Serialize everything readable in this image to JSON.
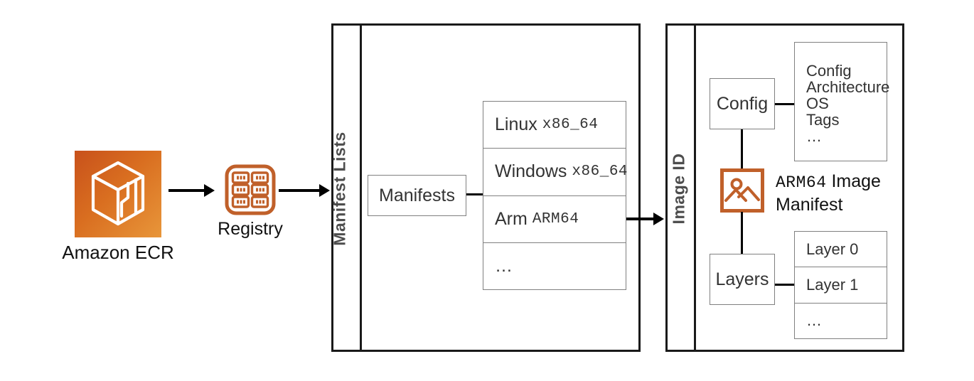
{
  "diagram": {
    "source": {
      "icon_name": "amazon-ecr-icon",
      "label": "Amazon ECR",
      "gradient_from": "#c8511b",
      "gradient_to": "#e8963a"
    },
    "registry": {
      "icon_name": "registry-icon",
      "label": "Registry",
      "color": "#c0602a"
    },
    "arrows": [
      {
        "name": "arrow-ecr-to-registry"
      },
      {
        "name": "arrow-registry-to-manifest-lists"
      },
      {
        "name": "arrow-manifest-lists-to-image-id"
      }
    ],
    "manifest_lists": {
      "group_label": "Manifest Lists",
      "node_label": "Manifests",
      "platforms": [
        {
          "os": "Linux",
          "arch": "x86_64"
        },
        {
          "os": "Windows",
          "arch": "x86_64"
        },
        {
          "os": "Arm",
          "arch": "ARM64"
        },
        {
          "os": "…",
          "arch": ""
        }
      ]
    },
    "image_id": {
      "group_label": "Image ID",
      "config": {
        "node_label": "Config",
        "details": [
          "Config",
          "Architecture",
          "OS",
          "Tags",
          "…"
        ]
      },
      "manifest": {
        "icon_name": "image-manifest-icon",
        "arch": "ARM64",
        "caption_line1_rest": " Image",
        "caption_line2": "Manifest",
        "color": "#c0602a"
      },
      "layers": {
        "node_label": "Layers",
        "items": [
          "Layer 0",
          "Layer 1",
          "…"
        ]
      }
    }
  }
}
